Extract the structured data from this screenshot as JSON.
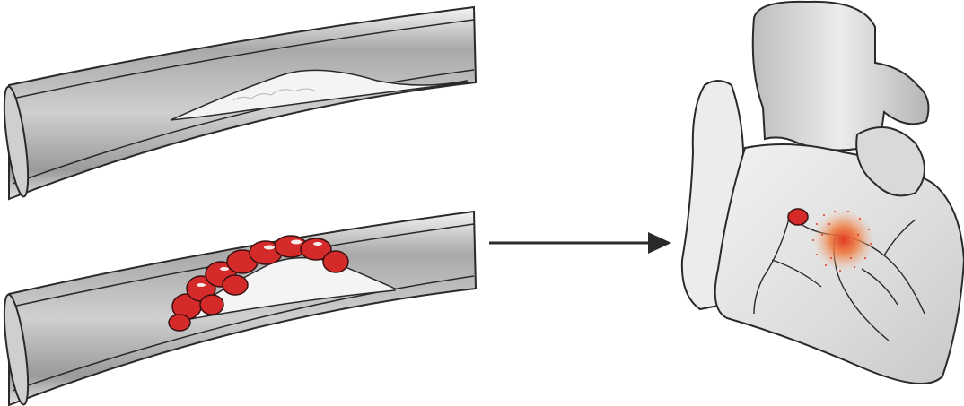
{
  "diagram": {
    "panels": [
      {
        "name": "artery-with-plaque",
        "icon": "artery-plaque-icon"
      },
      {
        "name": "artery-with-clot-on-plaque",
        "icon": "artery-clot-icon"
      },
      {
        "name": "heart-with-infarct",
        "icon": "heart-icon"
      }
    ],
    "connector": {
      "from": "artery-with-clot-on-plaque",
      "to": "heart-with-infarct",
      "kind": "arrow"
    },
    "colors": {
      "vessel_wall": "#b9b9b9",
      "vessel_lumen": "#d8d8d8",
      "plaque": "#f2f2f2",
      "clot": "#d42a2a",
      "infarct": "#e8502a",
      "outline": "#2a2a2a",
      "heart_fill": "#e6e6e6"
    }
  }
}
